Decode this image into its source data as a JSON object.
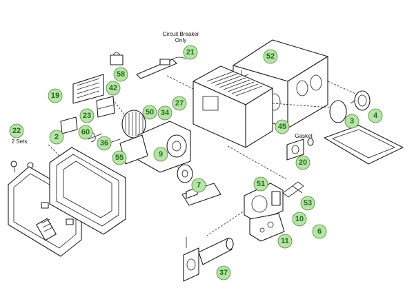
{
  "colors": {
    "callout_fill": "#b9e3a6",
    "callout_text": "#1e6b20",
    "line": "#1a1a1a",
    "background": "#ffffff"
  },
  "notes": {
    "circuit_breaker_line1": "Circuit Breaker",
    "circuit_breaker_line2": "Only",
    "sets": "2 Sets",
    "gasket": "Gasket"
  },
  "callouts": {
    "c21": "21",
    "c52": "52",
    "c58": "58",
    "c19": "19",
    "c42": "42",
    "c23": "23",
    "c50": "50",
    "c34": "34",
    "c27": "27",
    "c4": "4",
    "c3": "3",
    "c45": "45",
    "c22": "22",
    "c60": "60",
    "c2": "2",
    "c36": "36",
    "c9": "9",
    "c55": "55",
    "c20": "20",
    "c7": "7",
    "c51": "51",
    "c53": "53",
    "c10": "10",
    "c6": "6",
    "c11": "11",
    "c37": "37"
  }
}
